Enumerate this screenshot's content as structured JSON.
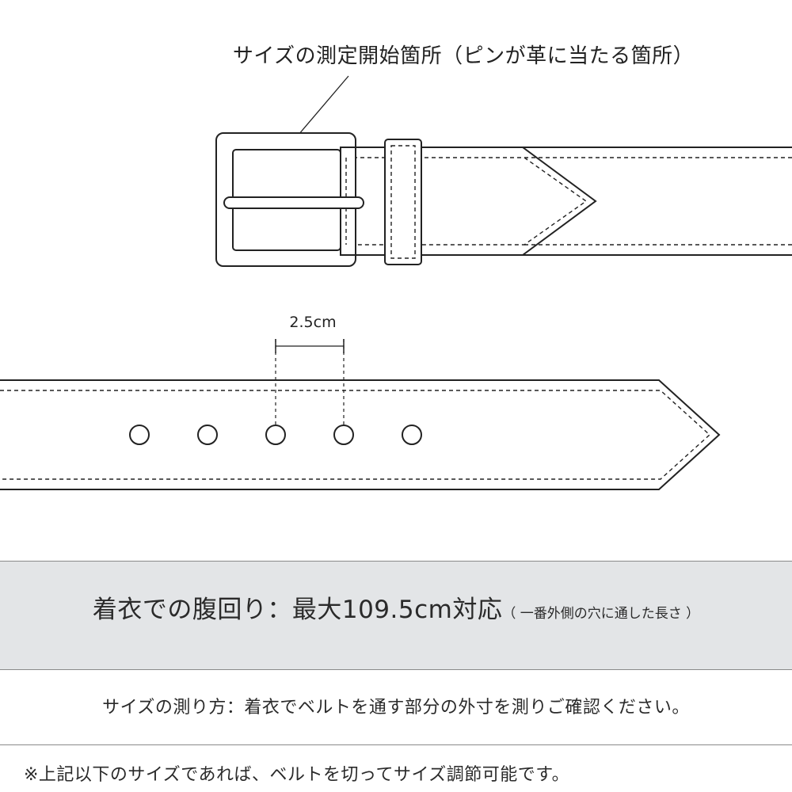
{
  "callout": {
    "text": "サイズの測定開始箇所（ピンが革に当たる箇所）"
  },
  "dimension": {
    "label": "2.5cm"
  },
  "headline": {
    "main": "着衣での腹回り：最大109.5cm対応",
    "sub": "（ 一番外側の穴に通した長さ ）"
  },
  "method": {
    "text": "サイズの測り方：着衣でベルトを通す部分の外寸を測りご確認ください。"
  },
  "note": {
    "text": "※上記以下のサイズであれば、ベルトを切ってサイズ調節可能です。"
  },
  "colors": {
    "line": "#222222",
    "band": "#e3e5e7",
    "rule": "#8a8a8a"
  },
  "icons": {
    "buckle": "buckle-icon",
    "hole": "belt-hole-icon"
  }
}
